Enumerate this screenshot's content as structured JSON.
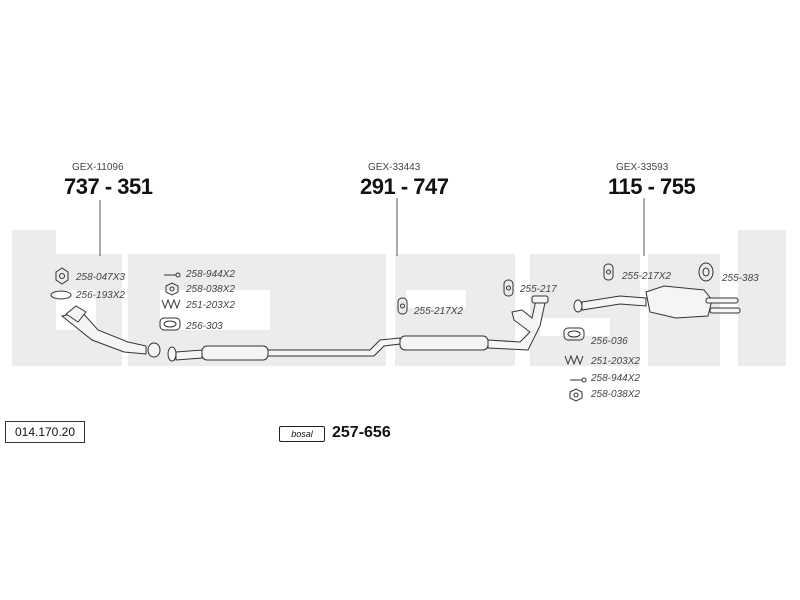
{
  "catalog_number": "014.170.20",
  "kit": {
    "brand": "bosal",
    "part_no": "257-656"
  },
  "sections": [
    {
      "code": "GEX-11096",
      "part_no": "737 - 351"
    },
    {
      "code": "GEX-33443",
      "part_no": "291 - 747"
    },
    {
      "code": "GEX-33593",
      "part_no": "115 - 755"
    }
  ],
  "parts": {
    "front_left": [
      "258-047X3",
      "256-193X2"
    ],
    "front_right": [
      "258-944X2",
      "258-038X2",
      "251-203X2",
      "256-303"
    ],
    "middle": [
      "255-217X2",
      "255-217"
    ],
    "rear_top": [
      "255-217X2",
      "255-383"
    ],
    "rear_bottom": [
      "256-036",
      "251-203X2",
      "258-944X2",
      "258-038X2"
    ]
  },
  "colors": {
    "watermark": "#ececec",
    "line": "#555555",
    "text": "#222222"
  }
}
